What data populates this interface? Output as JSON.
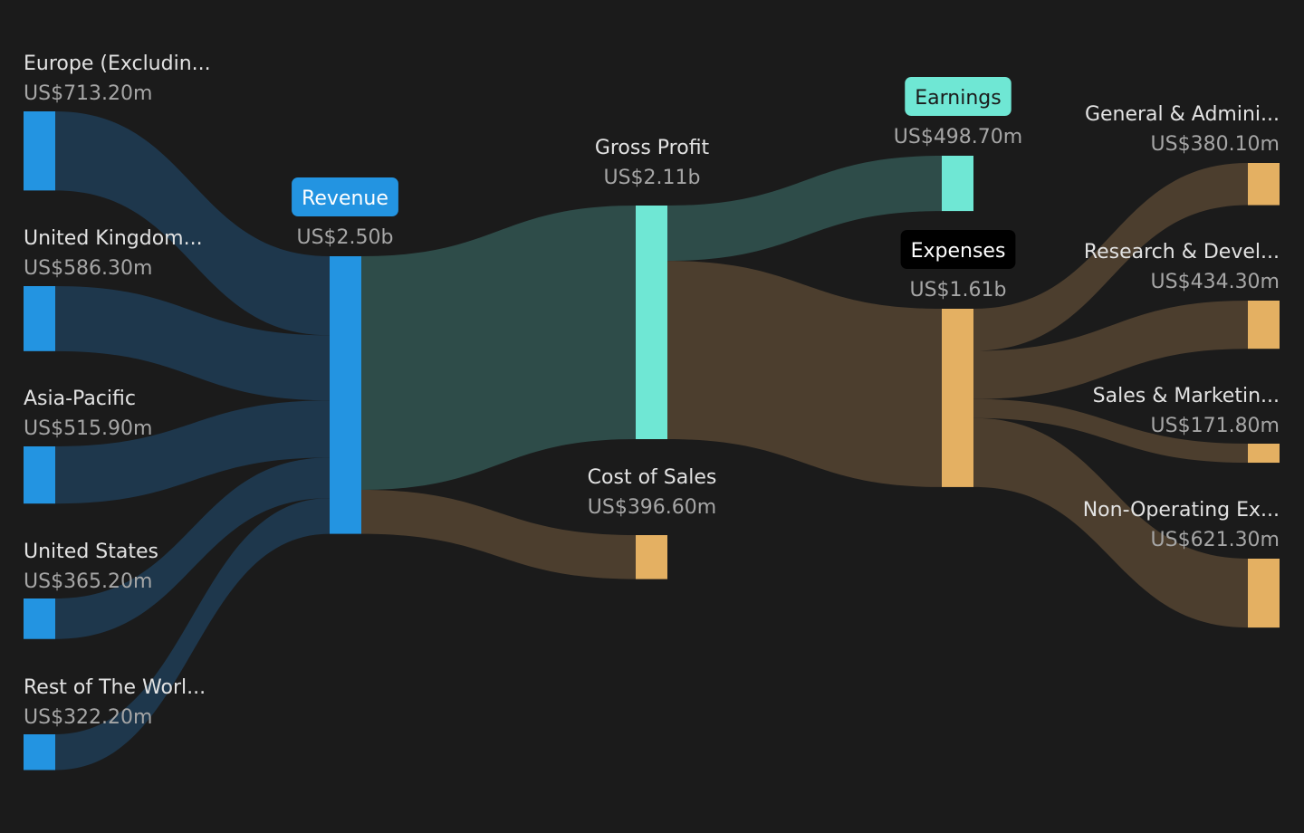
{
  "colors": {
    "background": "#1b1b1b",
    "revenue_node": "#2394e1",
    "revenue_flow": "#1e374c",
    "profit_node": "#6fe7d4",
    "profit_flow": "#2e4c49",
    "expense_node": "#e4b062",
    "expense_flow": "#4c3e2e",
    "label_name": "#e2e2e2",
    "label_value": "#a6a6a6"
  },
  "chart_data": {
    "type": "sankey",
    "nodes": [
      {
        "id": "europe",
        "name": "Europe (Excludin...",
        "value_label": "US$713.20m",
        "value": 713.2,
        "column": 0,
        "color": "revenue"
      },
      {
        "id": "uk",
        "name": "United Kingdom...",
        "value_label": "US$586.30m",
        "value": 586.3,
        "column": 0,
        "color": "revenue"
      },
      {
        "id": "apac",
        "name": "Asia-Pacific",
        "value_label": "US$515.90m",
        "value": 515.9,
        "column": 0,
        "color": "revenue"
      },
      {
        "id": "us",
        "name": "United States",
        "value_label": "US$365.20m",
        "value": 365.2,
        "column": 0,
        "color": "revenue"
      },
      {
        "id": "row",
        "name": "Rest of The Worl...",
        "value_label": "US$322.20m",
        "value": 322.2,
        "column": 0,
        "color": "revenue"
      },
      {
        "id": "revenue",
        "name": "Revenue",
        "value_label": "US$2.50b",
        "value": 2502.8,
        "column": 1,
        "color": "revenue",
        "pill": {
          "bg": "#2394e1",
          "fg": "#ffffff"
        }
      },
      {
        "id": "gross_profit",
        "name": "Gross Profit",
        "value_label": "US$2.11b",
        "value": 2106.2,
        "column": 2,
        "color": "profit"
      },
      {
        "id": "cost_of_sales",
        "name": "Cost of Sales",
        "value_label": "US$396.60m",
        "value": 396.6,
        "column": 2,
        "color": "expense"
      },
      {
        "id": "earnings",
        "name": "Earnings",
        "value_label": "US$498.70m",
        "value": 498.7,
        "column": 3,
        "color": "profit",
        "pill": {
          "bg": "#6fe7d4",
          "fg": "#1b1b1b"
        }
      },
      {
        "id": "expenses",
        "name": "Expenses",
        "value_label": "US$1.61b",
        "value": 1607.5,
        "column": 3,
        "color": "expense",
        "pill": {
          "bg": "#000000",
          "fg": "#ffffff"
        }
      },
      {
        "id": "ga",
        "name": "General & Admini...",
        "value_label": "US$380.10m",
        "value": 380.1,
        "column": 4,
        "color": "expense"
      },
      {
        "id": "rd",
        "name": "Research & Devel...",
        "value_label": "US$434.30m",
        "value": 434.3,
        "column": 4,
        "color": "expense"
      },
      {
        "id": "sm",
        "name": "Sales & Marketin...",
        "value_label": "US$171.80m",
        "value": 171.8,
        "column": 4,
        "color": "expense"
      },
      {
        "id": "nonop",
        "name": "Non-Operating Ex...",
        "value_label": "US$621.30m",
        "value": 621.3,
        "column": 4,
        "color": "expense"
      }
    ],
    "links": [
      {
        "source": "europe",
        "target": "revenue",
        "value": 713.2
      },
      {
        "source": "uk",
        "target": "revenue",
        "value": 586.3
      },
      {
        "source": "apac",
        "target": "revenue",
        "value": 515.9
      },
      {
        "source": "us",
        "target": "revenue",
        "value": 365.2
      },
      {
        "source": "row",
        "target": "revenue",
        "value": 322.2
      },
      {
        "source": "revenue",
        "target": "gross_profit",
        "value": 2106.2
      },
      {
        "source": "revenue",
        "target": "cost_of_sales",
        "value": 396.6
      },
      {
        "source": "gross_profit",
        "target": "earnings",
        "value": 498.7
      },
      {
        "source": "gross_profit",
        "target": "expenses",
        "value": 1607.5
      },
      {
        "source": "expenses",
        "target": "ga",
        "value": 380.1
      },
      {
        "source": "expenses",
        "target": "rd",
        "value": 434.3
      },
      {
        "source": "expenses",
        "target": "sm",
        "value": 171.8
      },
      {
        "source": "expenses",
        "target": "nonop",
        "value": 621.3
      }
    ]
  }
}
